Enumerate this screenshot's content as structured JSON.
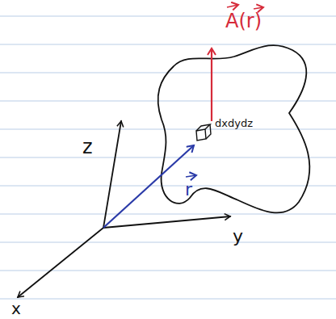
{
  "diagram": {
    "labels": [
      "z",
      "y",
      "x",
      "dxdydz",
      "A(r)",
      "r"
    ]
  }
}
